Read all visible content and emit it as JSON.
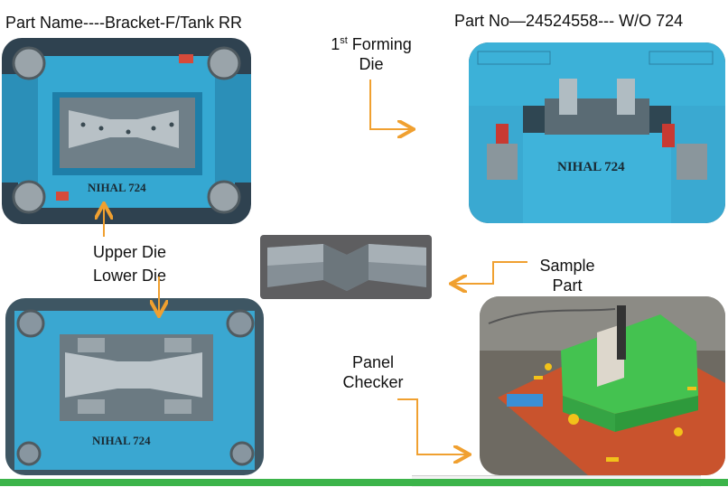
{
  "header": {
    "part_name": "Part Name----Bracket-F/Tank RR",
    "part_no": "Part No—24524558---  W/O 724"
  },
  "labels": {
    "forming_prefix": "1",
    "forming_sup": "st",
    "forming_rest": " Forming",
    "forming_line2": "Die",
    "upper_die": "Upper Die",
    "lower_die": "Lower Die",
    "sample_line1": "Sample",
    "sample_line2": "Part",
    "panel_line1": "Panel",
    "panel_line2": "Checker"
  },
  "stamps": {
    "upper": "NIHAL  724",
    "right": "NIHAL 724",
    "lower": "NIHAL 724"
  },
  "colors": {
    "arrow": "#f0a030",
    "die_blue": "#2fa6cf",
    "checker_green": "#3fbf4f",
    "plate_orange": "#c94d2a",
    "accent_bar": "#3cb44a"
  }
}
